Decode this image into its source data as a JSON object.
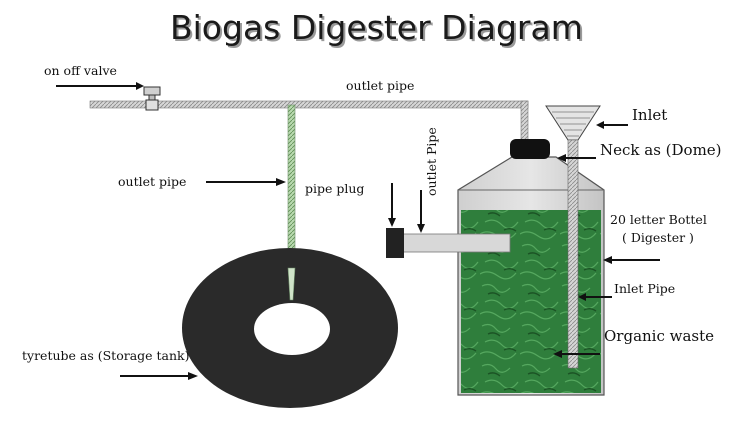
{
  "diagram": {
    "title": "Biogas Digester Diagram",
    "labels": {
      "on_off_valve": "on off valve",
      "outlet_pipe_top": "outlet pipe",
      "outlet_pipe_left": "outlet pipe",
      "pipe_plug": "pipe plug",
      "outlet_pipe_vertical": "outlet Pipe",
      "inlet": "Inlet",
      "neck_dome": "Neck as (Dome)",
      "bottle_line1": "20 letter Bottel",
      "bottle_line2": "( Digester )",
      "inlet_pipe": "Inlet Pipe",
      "organic_waste": "Organic waste",
      "tyretube": "tyretube as (Storage tank)"
    },
    "colors": {
      "tyre": "#2b2b2b",
      "slurry": "#2e7d3a",
      "slurry_dark": "#1d5a27",
      "bottle": "#d9d9d9",
      "cap": "#111111",
      "pipe": "#c8c8c8"
    }
  }
}
